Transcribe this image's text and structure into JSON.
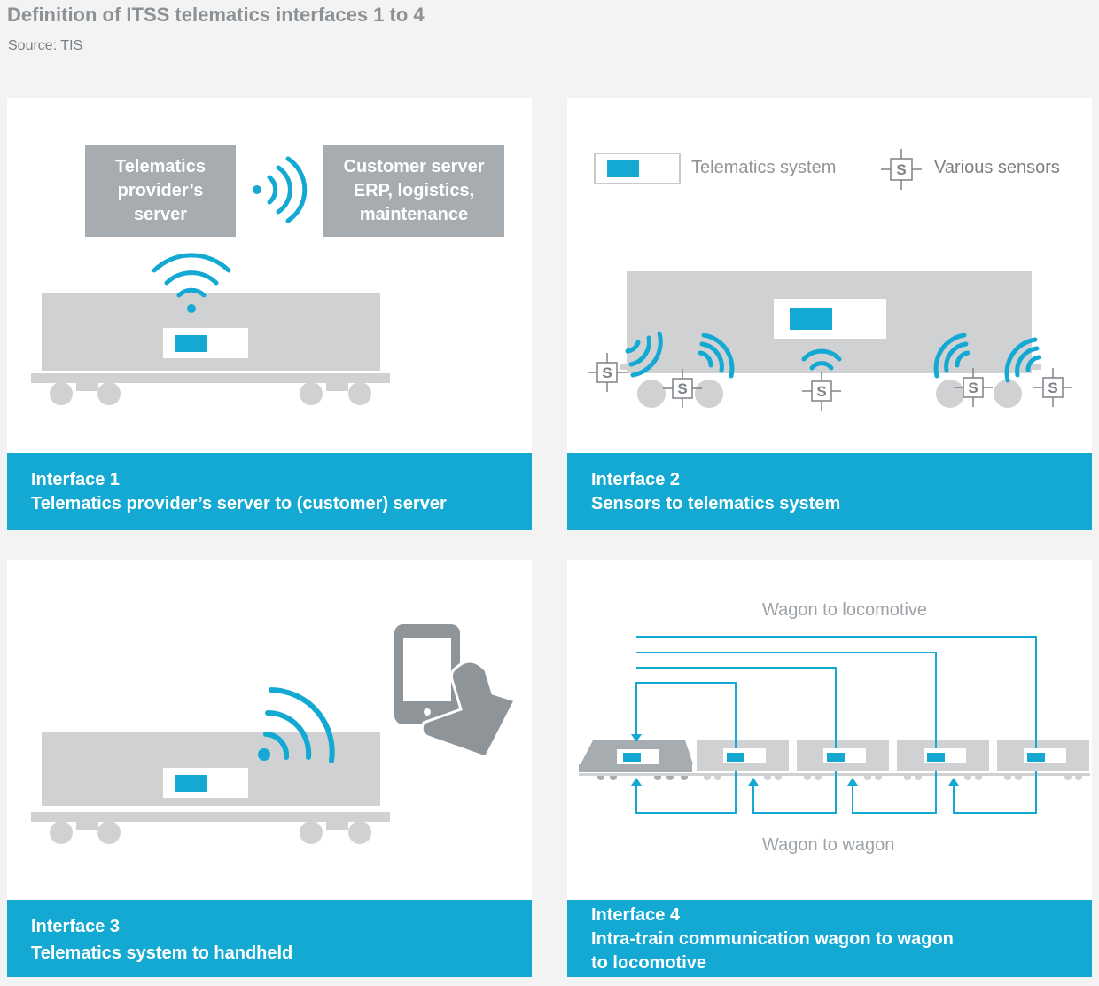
{
  "header": {
    "title": "Definition of ITSS telematics interfaces 1 to 4",
    "source": "Source: TIS"
  },
  "colors": {
    "accent": "#13a9d3",
    "wagon": "#cfd1d3",
    "box_gray": "#a7acb0",
    "background": "#f2f3f2"
  },
  "panels": [
    {
      "caption_line1": "Interface 1",
      "caption_line2": "Telematics provider’s server to (customer) server",
      "box_provider": "Telematics\nprovider’s\nserver",
      "box_customer": "Customer server\nERP, logistics,\nmaintenance"
    },
    {
      "caption_line1": "Interface 2",
      "caption_line2": "Sensors to telematics system",
      "legend_telematics": "Telematics system",
      "legend_sensors": "Various sensors",
      "sensor_symbol": "S"
    },
    {
      "caption_line1": "Interface 3",
      "caption_line2": "Telematics system to handheld"
    },
    {
      "caption_line1": "Interface 4",
      "caption_line2": "Intra-train communication wagon to wagon",
      "caption_line3": "to locomotive",
      "label_top": "Wagon to locomotive",
      "label_bottom": "Wagon to wagon"
    }
  ]
}
